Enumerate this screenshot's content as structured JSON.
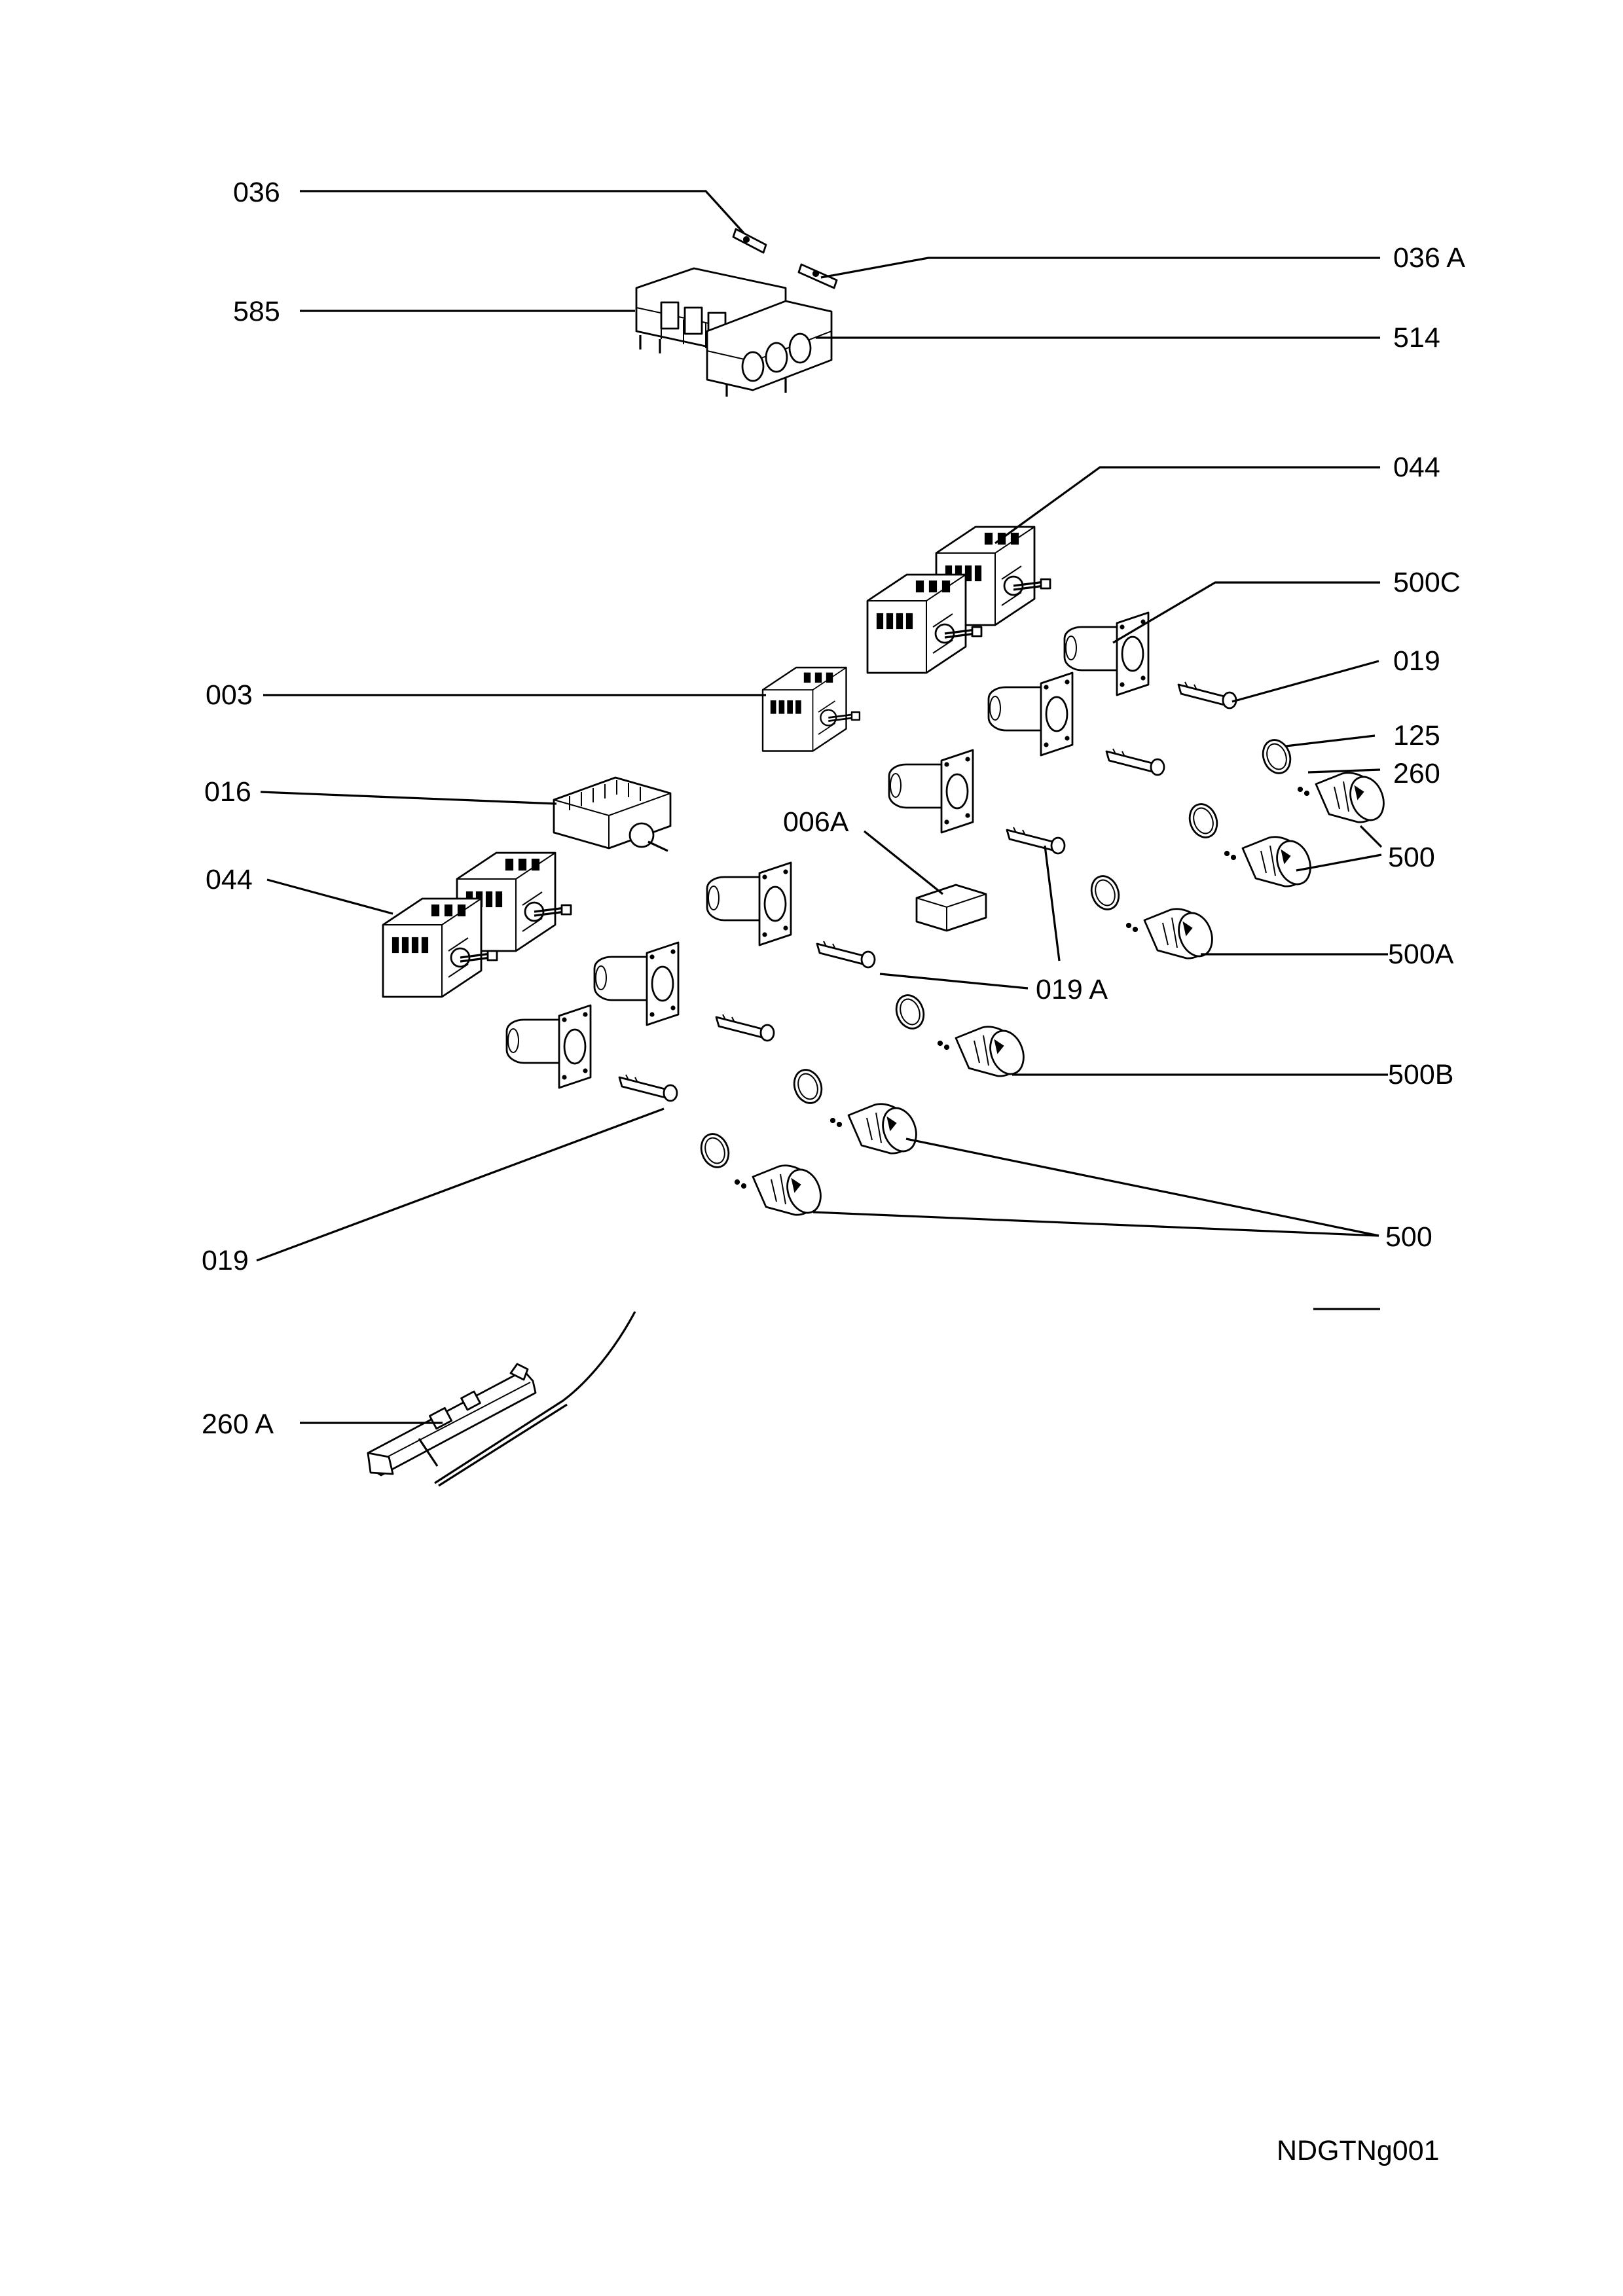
{
  "diagram": {
    "callouts": [
      {
        "id": "c036",
        "text": "036"
      },
      {
        "id": "c036a",
        "text": "036 A"
      },
      {
        "id": "c585",
        "text": "585"
      },
      {
        "id": "c514",
        "text": "514"
      },
      {
        "id": "c044top",
        "text": "044"
      },
      {
        "id": "c500c",
        "text": "500C"
      },
      {
        "id": "c003",
        "text": "003"
      },
      {
        "id": "c019top",
        "text": "019"
      },
      {
        "id": "c125",
        "text": "125"
      },
      {
        "id": "c260",
        "text": "260"
      },
      {
        "id": "c016",
        "text": "016"
      },
      {
        "id": "c006a",
        "text": "006A"
      },
      {
        "id": "c500top",
        "text": "500"
      },
      {
        "id": "c044left",
        "text": "044"
      },
      {
        "id": "c500a",
        "text": "500A"
      },
      {
        "id": "c019a",
        "text": "019 A"
      },
      {
        "id": "c500b",
        "text": "500B"
      },
      {
        "id": "c500bottom",
        "text": "500"
      },
      {
        "id": "c019bottom",
        "text": "019"
      },
      {
        "id": "c260a",
        "text": "260 A"
      }
    ],
    "drawing_code": "NDGTNg001"
  }
}
